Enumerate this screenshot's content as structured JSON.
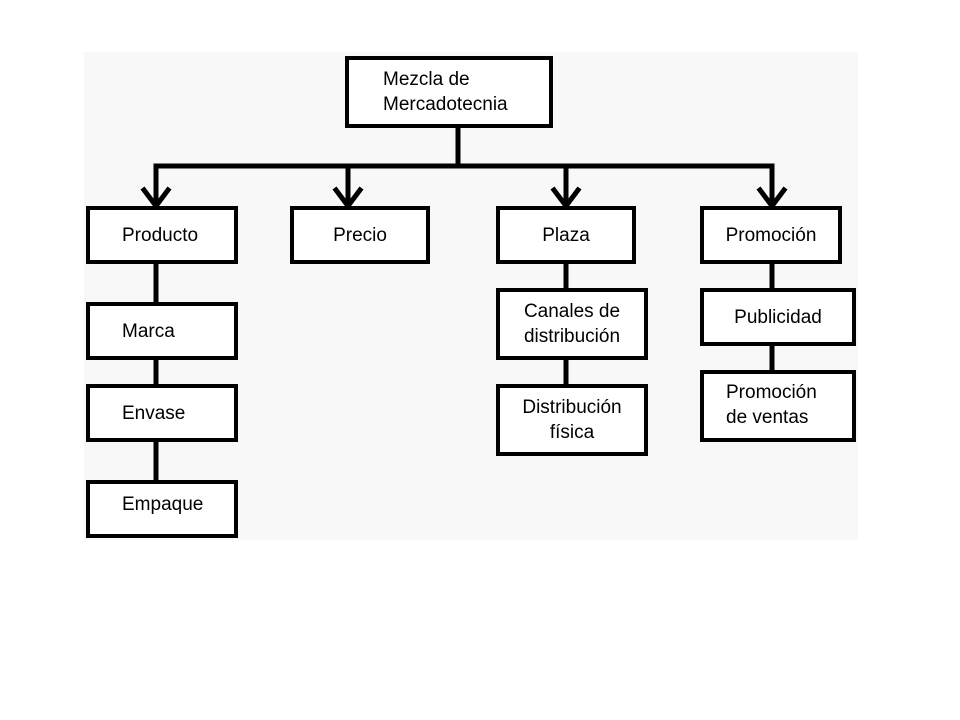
{
  "diagram": {
    "root": "Mezcla de\nMercadotecnia",
    "categories": [
      {
        "label": "Producto"
      },
      {
        "label": "Precio"
      },
      {
        "label": "Plaza"
      },
      {
        "label": "Promoción"
      }
    ],
    "producto_children": [
      "Marca",
      "Envase",
      "Empaque"
    ],
    "plaza_children": [
      "Canales de\ndistribución",
      "Distribución\nfísica"
    ],
    "promocion_children": [
      "Publicidad",
      "Promoción\nde ventas"
    ]
  }
}
